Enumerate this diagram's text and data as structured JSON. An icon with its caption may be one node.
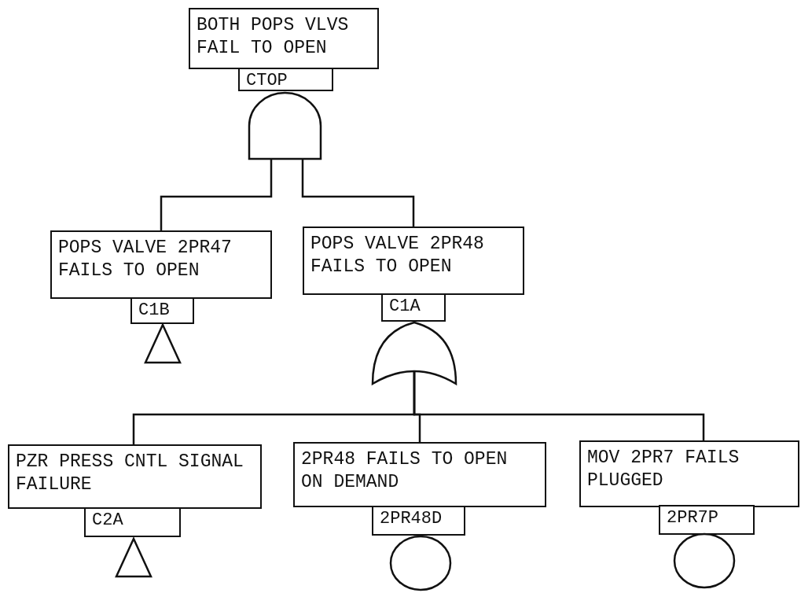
{
  "diagram": {
    "nodes": [
      {
        "text": [
          "BOTH POPS VLVS FAIL TO OPEN"
        ]
      },
      {
        "text": [
          "CTOP"
        ]
      },
      {
        "text": [],
        "shape": "and-gate"
      },
      {
        "text": [
          "POPS VALVE 2PR47 FAILS TO OPEN"
        ]
      },
      {
        "text": [
          "C1B"
        ]
      },
      {
        "text": [],
        "shape": "triangle"
      },
      {
        "text": [
          "POPS VALVE 2PR48 FAILS TO OPEN"
        ]
      },
      {
        "text": [
          "C1A"
        ]
      },
      {
        "text": [],
        "shape": "or-gate"
      },
      {
        "text": [
          "PZR PRESS CNTL SIGNAL FAILURE"
        ]
      },
      {
        "text": [
          "C2A"
        ]
      },
      {
        "text": [],
        "shape": "triangle"
      },
      {
        "text": [
          "2PR48 FAILS TO OPEN ON DEMAND"
        ]
      },
      {
        "text": [
          "2PR48D"
        ]
      },
      {
        "text": [],
        "shape": "circle"
      },
      {
        "text": [
          "MOV 2PR7 FAILS PLUGGED"
        ]
      },
      {
        "text": [
          "2PR7P"
        ]
      },
      {
        "text": [],
        "shape": "circle"
      }
    ],
    "edges": [
      {
        "from": 2,
        "to": 3,
        "arrow": "none"
      },
      {
        "from": 2,
        "to": 6,
        "arrow": "none"
      },
      {
        "from": 8,
        "to": 9,
        "arrow": "none"
      },
      {
        "from": 8,
        "to": 12,
        "arrow": "none"
      },
      {
        "from": 8,
        "to": 15,
        "arrow": "none"
      }
    ]
  }
}
